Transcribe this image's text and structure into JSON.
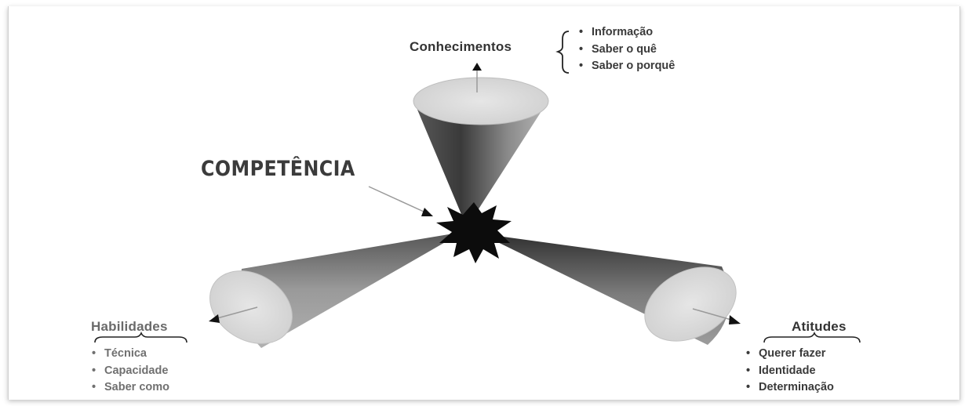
{
  "center_label": "COMPETÊNCIA",
  "conhecimentos": {
    "title": "Conhecimentos",
    "items": [
      "Informação",
      "Saber o quê",
      "Saber o porquê"
    ]
  },
  "habilidades": {
    "title": "Habilidades",
    "items": [
      "Técnica",
      "Capacidade",
      "Saber como"
    ]
  },
  "atitudes": {
    "title": "Atitudes",
    "items": [
      "Querer fazer",
      "Identidade",
      "Determinação"
    ]
  },
  "bullet_char": "•",
  "colors": {
    "cone_dark": "#3a3a3a",
    "cone_mid": "#7a7a7a",
    "cone_light": "#a8a8a8",
    "cone_face": "#d9d9d9",
    "star": "#0c0c0c",
    "text": "#333333"
  }
}
